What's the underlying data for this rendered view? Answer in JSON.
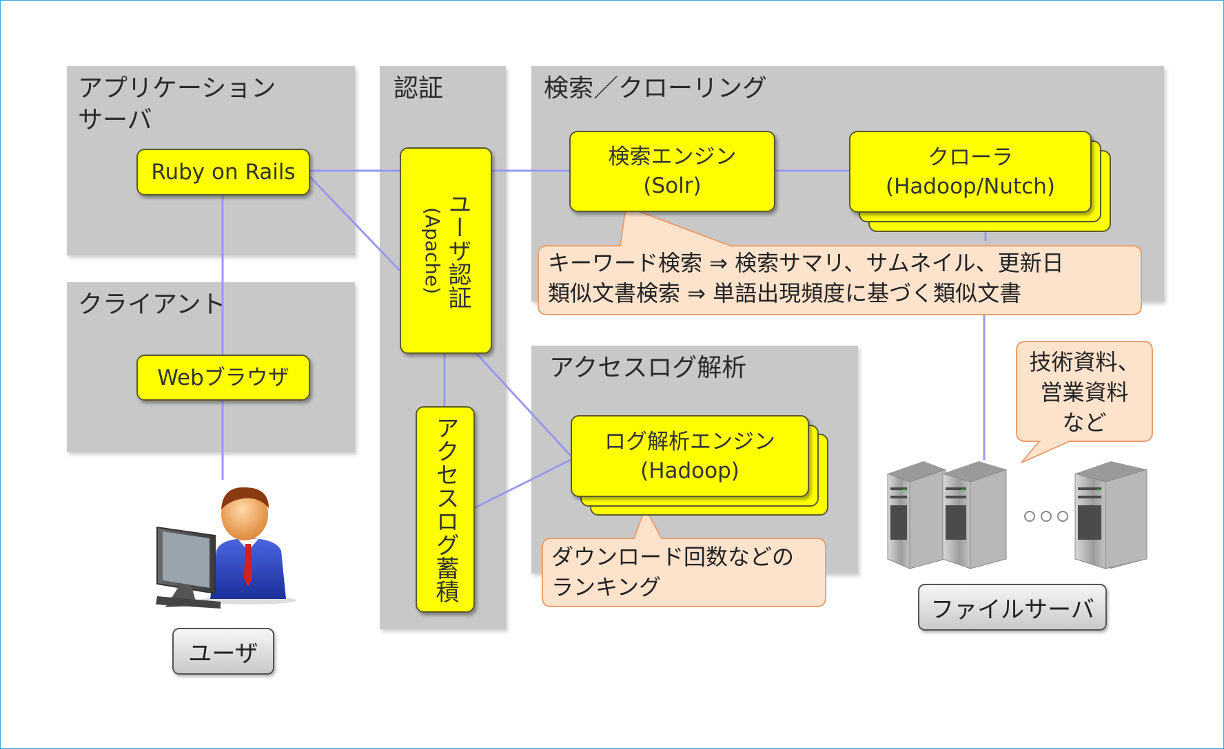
{
  "panels": {
    "app_server": "アプリケーション\nサーバ",
    "client": "クライアント",
    "auth": "認証",
    "search_crawl": "検索／クローリング",
    "access_log": "アクセスログ解析"
  },
  "boxes": {
    "rails": "Ruby on Rails",
    "browser": "Webブラウザ",
    "user_auth": "ユーザ認証",
    "user_auth_sub": "(Apache)",
    "log_store": "アクセスログ蓄積",
    "search_engine": "検索エンジン",
    "search_engine_sub": "(Solr)",
    "crawler": "クローラ",
    "crawler_sub": "(Hadoop/Nutch)",
    "log_engine": "ログ解析エンジン",
    "log_engine_sub": "(Hadoop)"
  },
  "callouts": {
    "search": "キーワード検索 ⇒ 検索サマリ、サムネイル、更新日\n類似文書検索 ⇒ 単語出現頻度に基づく類似文書",
    "ranking": "ダウンロード回数などの\nランキング",
    "docs": "技術資料、\n営業資料\nなど"
  },
  "labels": {
    "user": "ユーザ",
    "file_server": "ファイルサーバ",
    "ellipsis": "・・・"
  },
  "colors": {
    "panel": "#c8c8c8",
    "box": "#ffff00",
    "callout": "#fde2cc",
    "connector": "#9999ee"
  }
}
